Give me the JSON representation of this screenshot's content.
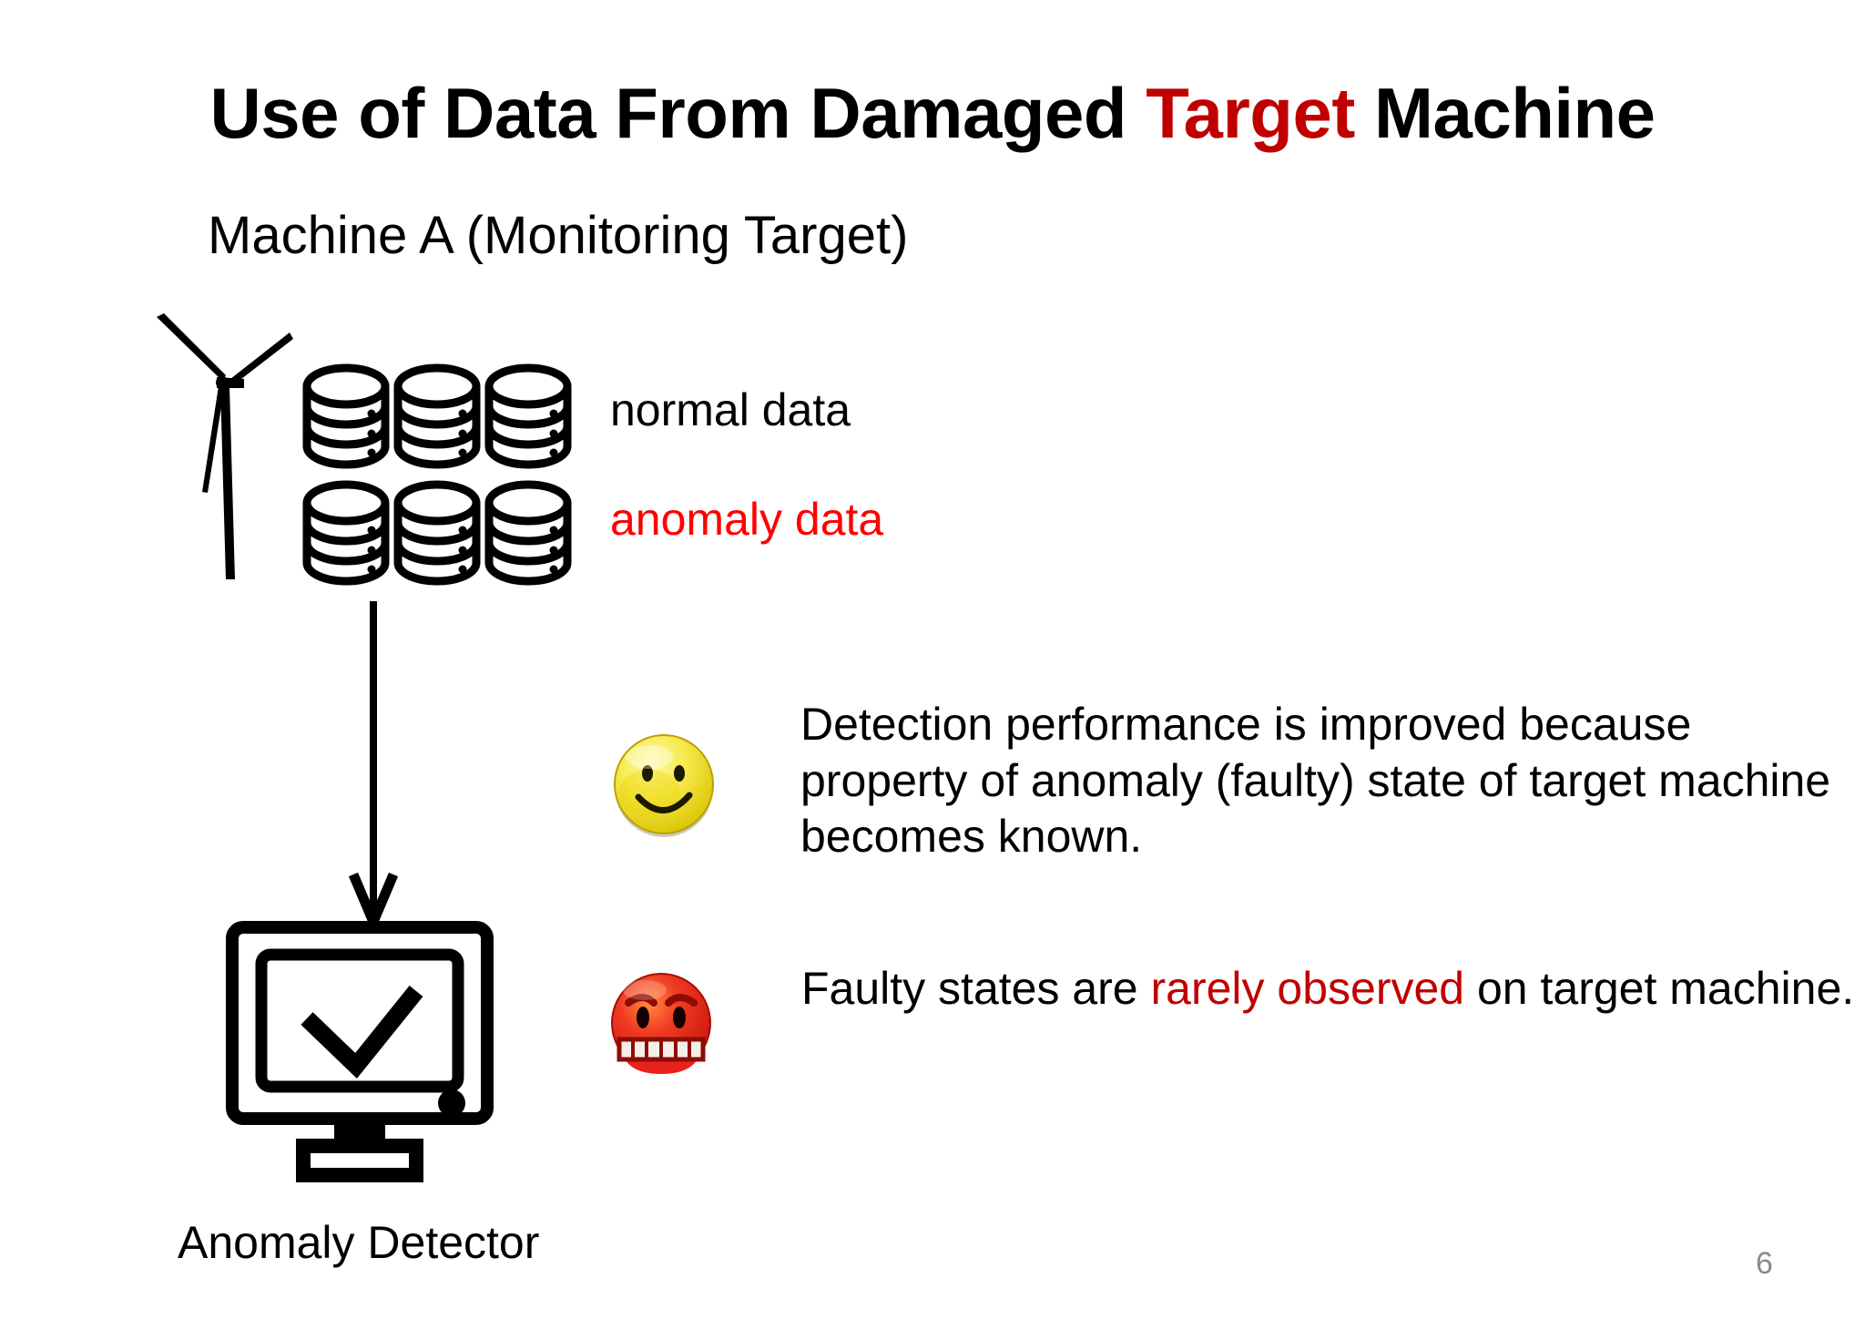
{
  "slide": {
    "page_number": "6",
    "background_color": "#FFFFFF"
  },
  "title": {
    "part1": "Use of Data From Damaged ",
    "accent": "Target",
    "part2": " Machine",
    "accent_color": "#C00000"
  },
  "machine": {
    "label": "Machine A (Monitoring Target)"
  },
  "diagram": {
    "turbine_icon": "wind-turbine-icon",
    "arrow_icon": "down-arrow-icon",
    "monitor_icon": "monitor-check-icon",
    "detector_label": "Anomaly Detector",
    "data_stacks": [
      {
        "id": "normal",
        "label": "normal data",
        "color": "#000000",
        "count": 3
      },
      {
        "id": "anomaly",
        "label": "anomaly data",
        "color": "#FF0000",
        "count": 3
      }
    ]
  },
  "bullets": [
    {
      "icon": "smiley-face-icon",
      "icon_color": "#F2E53C",
      "sentiment": "positive",
      "text_before": "Detection performance is improved because property of anomaly (faulty) state of target machine becomes known.",
      "highlight": "",
      "text_after": ""
    },
    {
      "icon": "angry-face-icon",
      "icon_color": "#E8221C",
      "sentiment": "negative",
      "text_before": "Faulty states are ",
      "highlight": "rarely observed",
      "text_after": " on target machine."
    }
  ]
}
